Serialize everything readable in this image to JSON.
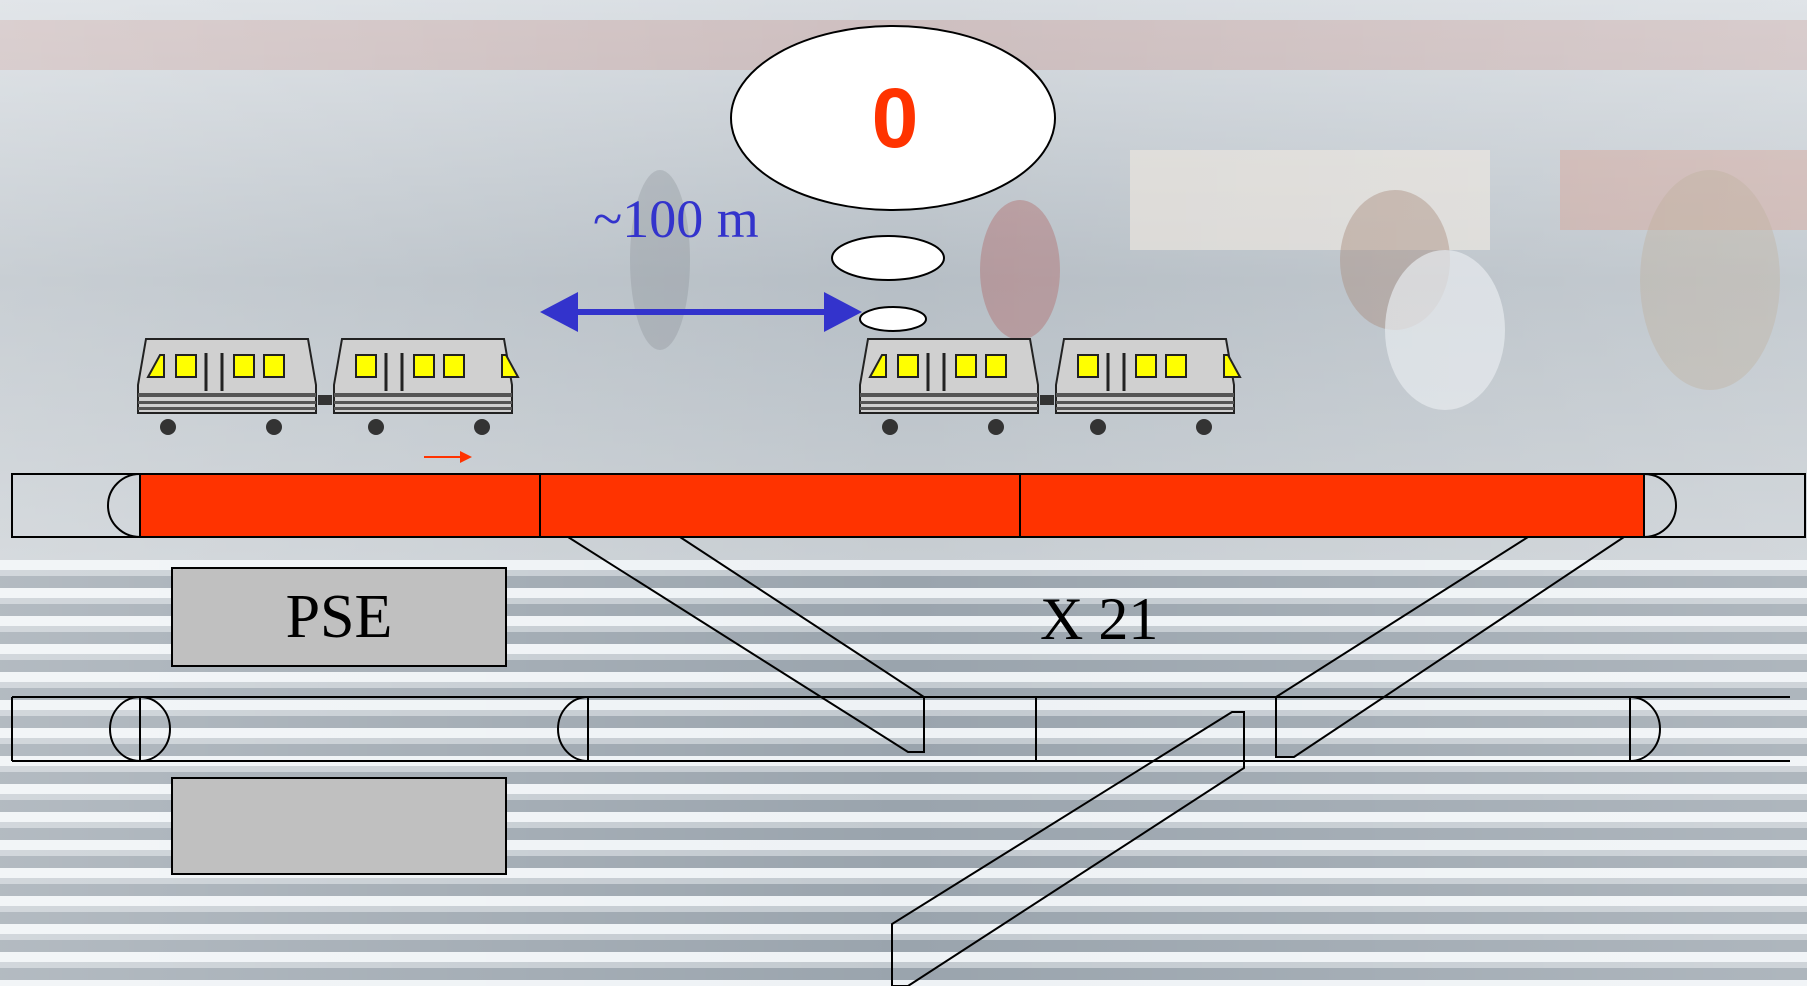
{
  "thought_bubble": {
    "value": "0",
    "value_color": "#ff3300"
  },
  "distance": {
    "label": "~100 m",
    "color": "#3333cc"
  },
  "platform_box": {
    "label": "PSE"
  },
  "multiplier": {
    "label": "X 21"
  },
  "colors": {
    "track_highlight": "#ff3300",
    "train_body": "#d0d0d0",
    "train_window": "#ffff00",
    "box_fill": "#c0c0c0",
    "direction_arrow": "#ff3300"
  },
  "icons": [
    "train-icon",
    "double-arrow-icon",
    "direction-arrow-icon",
    "thought-bubble-icon"
  ]
}
